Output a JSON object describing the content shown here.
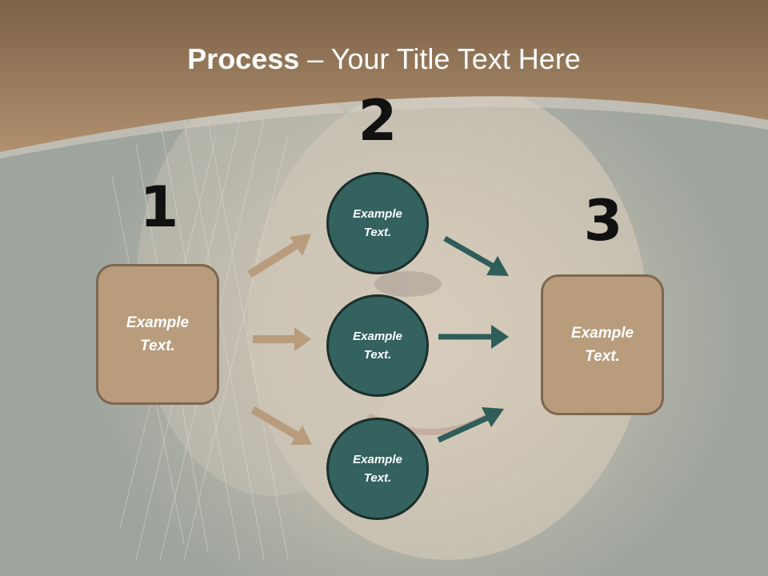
{
  "slide": {
    "title_bold": "Process",
    "title_rest": " – Your Title Text Here",
    "steps": {
      "one": {
        "number": "1",
        "text_line1": "Example",
        "text_line2": "Text."
      },
      "two": {
        "number": "2"
      },
      "three": {
        "number": "3",
        "text_line1": "Example",
        "text_line2": "Text."
      }
    },
    "circles": [
      {
        "text_line1": "Example",
        "text_line2": "Text."
      },
      {
        "text_line1": "Example",
        "text_line2": "Text."
      },
      {
        "text_line1": "Example",
        "text_line2": "Text."
      }
    ]
  },
  "colors": {
    "header_brown": "#9c7a58",
    "box_fill": "#b89c7c",
    "circle_fill": "#33625f",
    "arrow_tan": "#b89c7c",
    "arrow_teal": "#2f5d5a"
  }
}
